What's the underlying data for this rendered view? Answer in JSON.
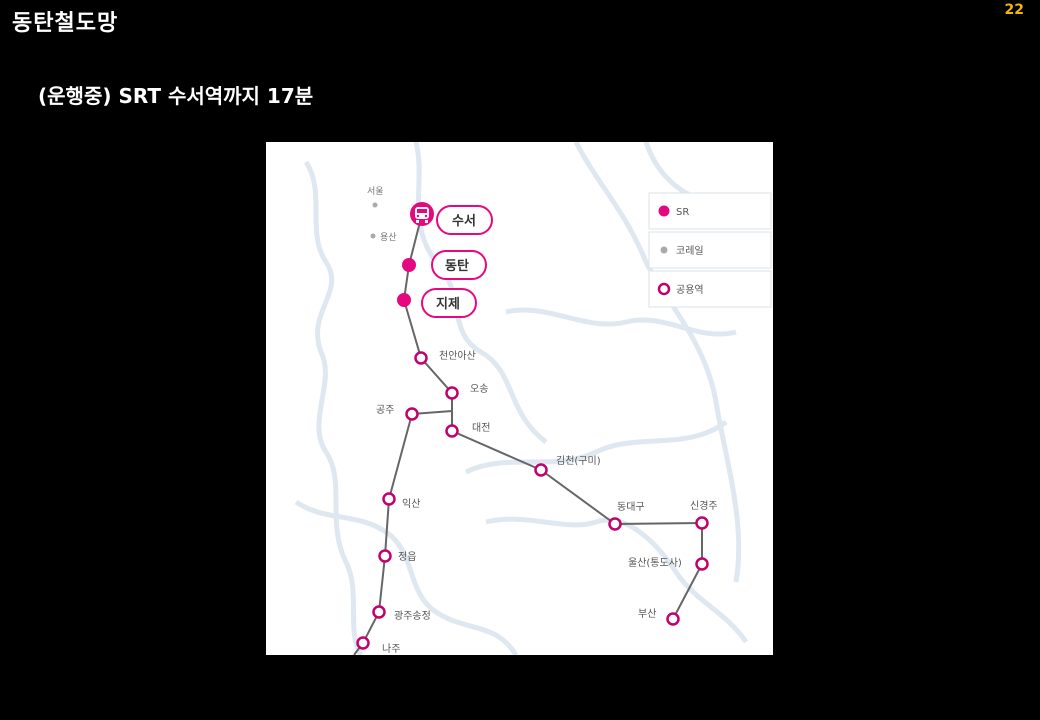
{
  "slide": {
    "title": "동탄철도망",
    "page_number": "22",
    "subtitle": "(운행중) SRT 수서역까지 17분"
  },
  "map": {
    "colors": {
      "srt": "#e5097f",
      "korail": "#aaaaaa",
      "shared_ring": "#c2006e",
      "line": "#666666",
      "region": "#dfe7f0"
    },
    "legend": {
      "sr": "SR",
      "korail": "코레일",
      "shared": "공용역"
    },
    "korail_stations": {
      "seoul": "서울",
      "yongsan": "용산"
    },
    "srt_stations": {
      "suseo": "수서",
      "dongtan": "동탄",
      "jije": "지제"
    },
    "shared_stations": {
      "cheonan_asan": "천안아산",
      "osong": "오송",
      "gongju": "공주",
      "daejeon": "대전",
      "gimcheon_gumi": "김천(구미)",
      "iksan": "익산",
      "dongdaegu": "동대구",
      "singyeongju": "신경주",
      "jeongeup": "정읍",
      "ulsan": "울산(통도사)",
      "busan": "부산",
      "gwangju_songjeong": "광주송정",
      "naju": "나주"
    },
    "icons": {
      "train": "train-icon"
    }
  }
}
